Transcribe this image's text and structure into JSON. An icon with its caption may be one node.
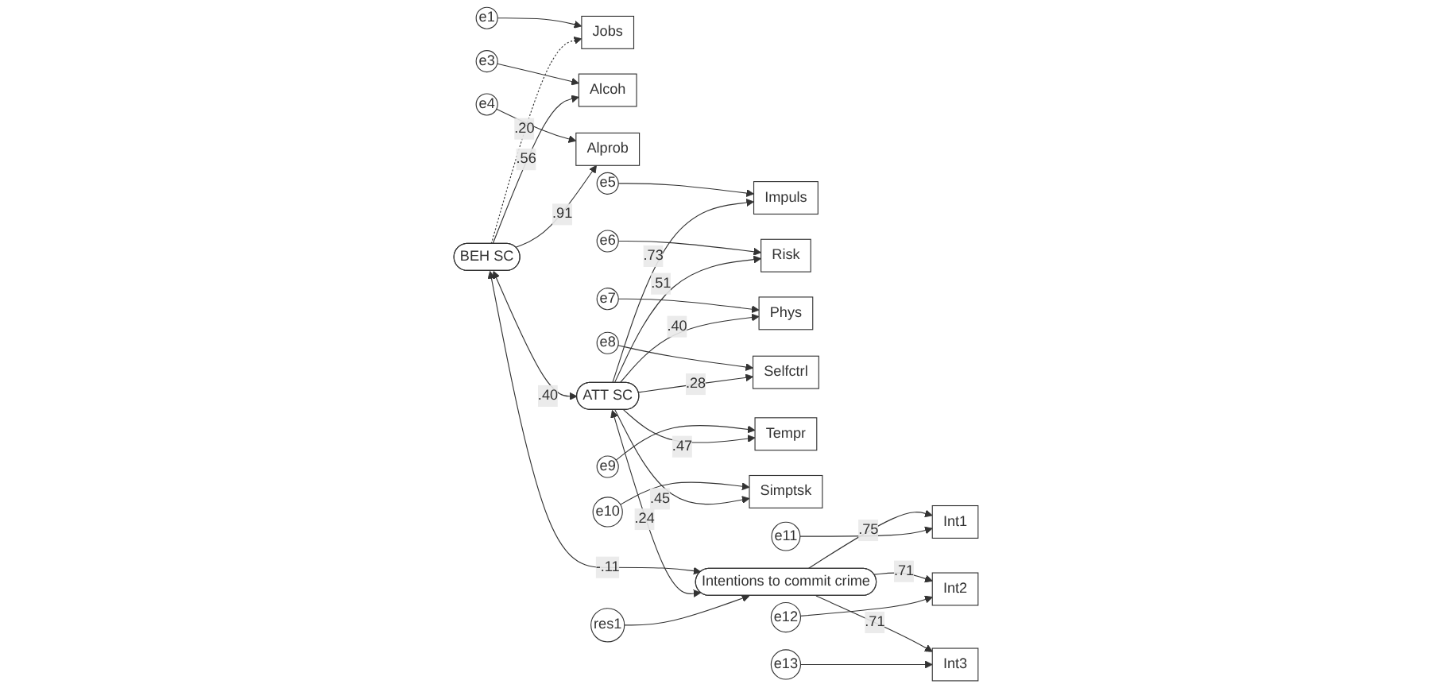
{
  "diagram": {
    "nodes": [
      {
        "text": [
          "e1"
        ]
      },
      {
        "text": [
          "Jobs"
        ]
      },
      {
        "text": [
          "e3"
        ]
      },
      {
        "text": [
          "Alcoh"
        ]
      },
      {
        "text": [
          "e4"
        ]
      },
      {
        "text": [
          "Alprob"
        ]
      },
      {
        "text": [
          "e5"
        ]
      },
      {
        "text": [
          "Impuls"
        ]
      },
      {
        "text": [
          "e6"
        ]
      },
      {
        "text": [
          "Risk"
        ]
      },
      {
        "text": [
          "e7"
        ]
      },
      {
        "text": [
          "Phys"
        ]
      },
      {
        "text": [
          "e8"
        ]
      },
      {
        "text": [
          "Selfctrl"
        ]
      },
      {
        "text": [
          "e9"
        ]
      },
      {
        "text": [
          "Tempr"
        ]
      },
      {
        "text": [
          "e10"
        ]
      },
      {
        "text": [
          "Simptsk"
        ]
      },
      {
        "text": [
          "BEH SC"
        ]
      },
      {
        "text": [
          "ATT SC"
        ]
      },
      {
        "text": [
          "res1"
        ]
      },
      {
        "text": [
          "Intentions to commit crime"
        ]
      },
      {
        "text": [
          "Int1"
        ]
      },
      {
        "text": [
          "e11"
        ]
      },
      {
        "text": [
          "Int2"
        ]
      },
      {
        "text": [
          "e12"
        ]
      },
      {
        "text": [
          "Int3"
        ]
      },
      {
        "text": [
          "e13"
        ]
      }
    ],
    "edges": [
      {
        "from": 0,
        "to": 1,
        "arrow": "to"
      },
      {
        "from": 2,
        "to": 3,
        "arrow": "to"
      },
      {
        "from": 4,
        "to": 5,
        "arrow": "to"
      },
      {
        "from": 6,
        "to": 7,
        "arrow": "to"
      },
      {
        "from": 8,
        "to": 9,
        "arrow": "to"
      },
      {
        "from": 10,
        "to": 11,
        "arrow": "to"
      },
      {
        "from": 12,
        "to": 13,
        "arrow": "to"
      },
      {
        "from": 14,
        "to": 15,
        "arrow": "to"
      },
      {
        "from": 16,
        "to": 17,
        "arrow": "to"
      },
      {
        "from": 18,
        "to": 1,
        "arrow": "to",
        "label": ".20",
        "style": "dashed"
      },
      {
        "from": 18,
        "to": 3,
        "arrow": "to",
        "label": ".56"
      },
      {
        "from": 18,
        "to": 5,
        "arrow": "to",
        "label": ".91"
      },
      {
        "from": 19,
        "to": 7,
        "arrow": "to",
        "label": ".73"
      },
      {
        "from": 19,
        "to": 9,
        "arrow": "to",
        "label": ".51"
      },
      {
        "from": 19,
        "to": 11,
        "arrow": "to",
        "label": ".40"
      },
      {
        "from": 19,
        "to": 13,
        "arrow": "to",
        "label": ".28"
      },
      {
        "from": 19,
        "to": 15,
        "arrow": "to",
        "label": ".47"
      },
      {
        "from": 19,
        "to": 17,
        "arrow": "to",
        "label": ".45"
      },
      {
        "from": 18,
        "to": 19,
        "arrow": "both",
        "label": ".40"
      },
      {
        "from": 18,
        "to": 21,
        "arrow": "both",
        "label": "-.11"
      },
      {
        "from": 19,
        "to": 21,
        "arrow": "both",
        "label": ".24"
      },
      {
        "from": 20,
        "to": 21,
        "arrow": "to"
      },
      {
        "from": 21,
        "to": 22,
        "arrow": "to",
        "label": ".75"
      },
      {
        "from": 21,
        "to": 24,
        "arrow": "to",
        "label": ".71"
      },
      {
        "from": 21,
        "to": 26,
        "arrow": "to",
        "label": ".71"
      },
      {
        "from": 23,
        "to": 22,
        "arrow": "to"
      },
      {
        "from": 25,
        "to": 24,
        "arrow": "to"
      },
      {
        "from": 27,
        "to": 26,
        "arrow": "to"
      }
    ]
  }
}
